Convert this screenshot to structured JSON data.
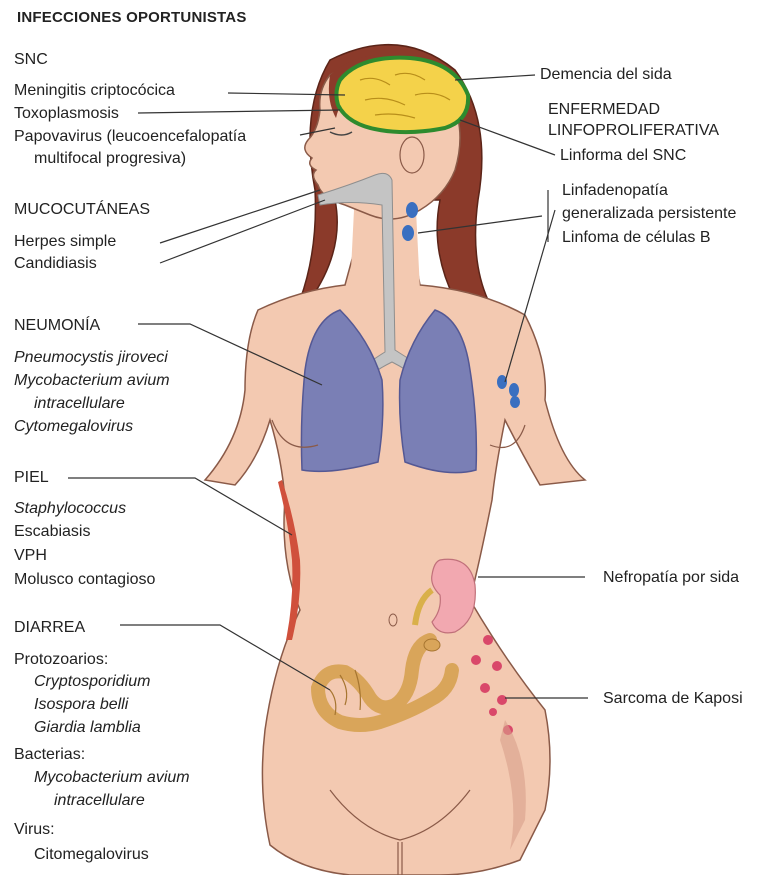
{
  "title": "INFECCIONES OPORTUNISTAS",
  "left": {
    "snc": {
      "heading": "SNC",
      "items": [
        "Meningitis criptocócica",
        "Toxoplasmosis",
        "Papovavirus (leucoencefalopatía",
        "multifocal progresiva)"
      ]
    },
    "mucocutaneas": {
      "heading": "MUCOCUTÁNEAS",
      "items": [
        "Herpes simple",
        "Candidiasis"
      ]
    },
    "neumonia": {
      "heading": "NEUMONÍA",
      "items": [
        "Pneumocystis jiroveci",
        "Mycobacterium avium",
        "intracellulare",
        "Cytomegalovirus"
      ]
    },
    "piel": {
      "heading": "PIEL",
      "items": [
        "Staphylococcus",
        "Escabiasis",
        "VPH",
        "Molusco contagioso"
      ]
    },
    "diarrea": {
      "heading": "DIARREA",
      "protozoarios": "Protozoarios:",
      "protozoarios_items": [
        "Cryptosporidium",
        "Isospora belli",
        "Giardia lamblia"
      ],
      "bacterias": "Bacterias:",
      "bacterias_items": [
        "Mycobacterium avium",
        "intracellulare"
      ],
      "virus": "Virus:",
      "virus_items": [
        "Citomegalovirus"
      ]
    }
  },
  "right": {
    "demencia": "Demencia del sida",
    "enfermedad": [
      "ENFERMEDAD",
      "LINFOPROLIFERATIVA"
    ],
    "linfoma_snc": "Linforma del SNC",
    "linfadenopatia": [
      "Linfadenopatía",
      "generalizada persistente"
    ],
    "linfoma_b": "Linfoma de células B",
    "nefropatia": "Nefropatía por sida",
    "kaposi": "Sarcoma de Kaposi"
  },
  "colors": {
    "skin": "#f3c9b1",
    "skin_outline": "#8a5a48",
    "hair": "#8b3a2a",
    "brain": "#f4d24a",
    "brain_ring": "#2e8b2e",
    "lungs": "#7a7fb5",
    "airway": "#c4c4c4",
    "lymph": "#3a6fc0",
    "kidney": "#f2a8b0",
    "intestine": "#d9a55a",
    "kaposi": "#d9486a",
    "skin_lesion": "#d0503c",
    "leader": "#333333"
  }
}
